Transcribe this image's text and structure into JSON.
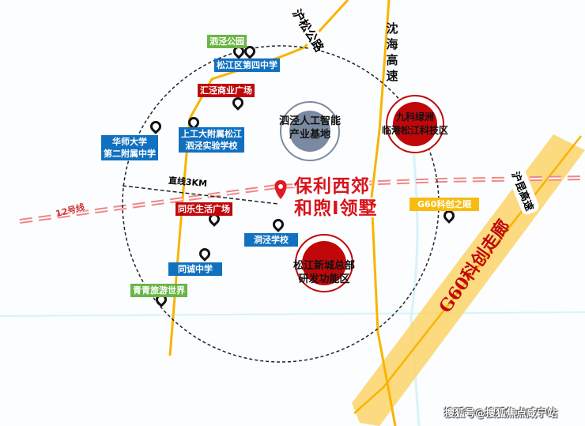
{
  "project": {
    "line1": "保利西郊",
    "line2": "和煦I领墅"
  },
  "roads": {
    "husong": "沪松公路",
    "shenhai": "沈海高速",
    "hukun": "沪昆高速",
    "g60": "G60科创走廊"
  },
  "metro": {
    "line": "12号线",
    "distance": "直线3KM"
  },
  "zones": [
    {
      "l1": "泗泾人工智能",
      "l2": "产业基地"
    },
    {
      "l1": "九科绿洲",
      "l2": "临港松江科技区"
    },
    {
      "l1": "松江新城总部",
      "l2": "研发功能区"
    }
  ],
  "pois": {
    "park": "泗泾公园",
    "school4": "松江区第四中学",
    "mall": "汇泾商业广场",
    "huashi_l1": "华师大学",
    "huashi_l2": "第二附属中学",
    "shanggong_l1": "上工大附属松江",
    "shanggong_l2": "泗泾实验学校",
    "tongle": "同乐生活广场",
    "dongjing": "洞泾学校",
    "tongcheng": "同诚中学",
    "qingqing": "青青旅游世界",
    "g60eye": "G60科创之眼"
  },
  "watermark": "搜狐号@搜狐焦点咸宁站",
  "colors": {
    "red": "#c0080b",
    "blue": "#1170bf",
    "green": "#6ab545",
    "yellow": "#f8bb10"
  }
}
